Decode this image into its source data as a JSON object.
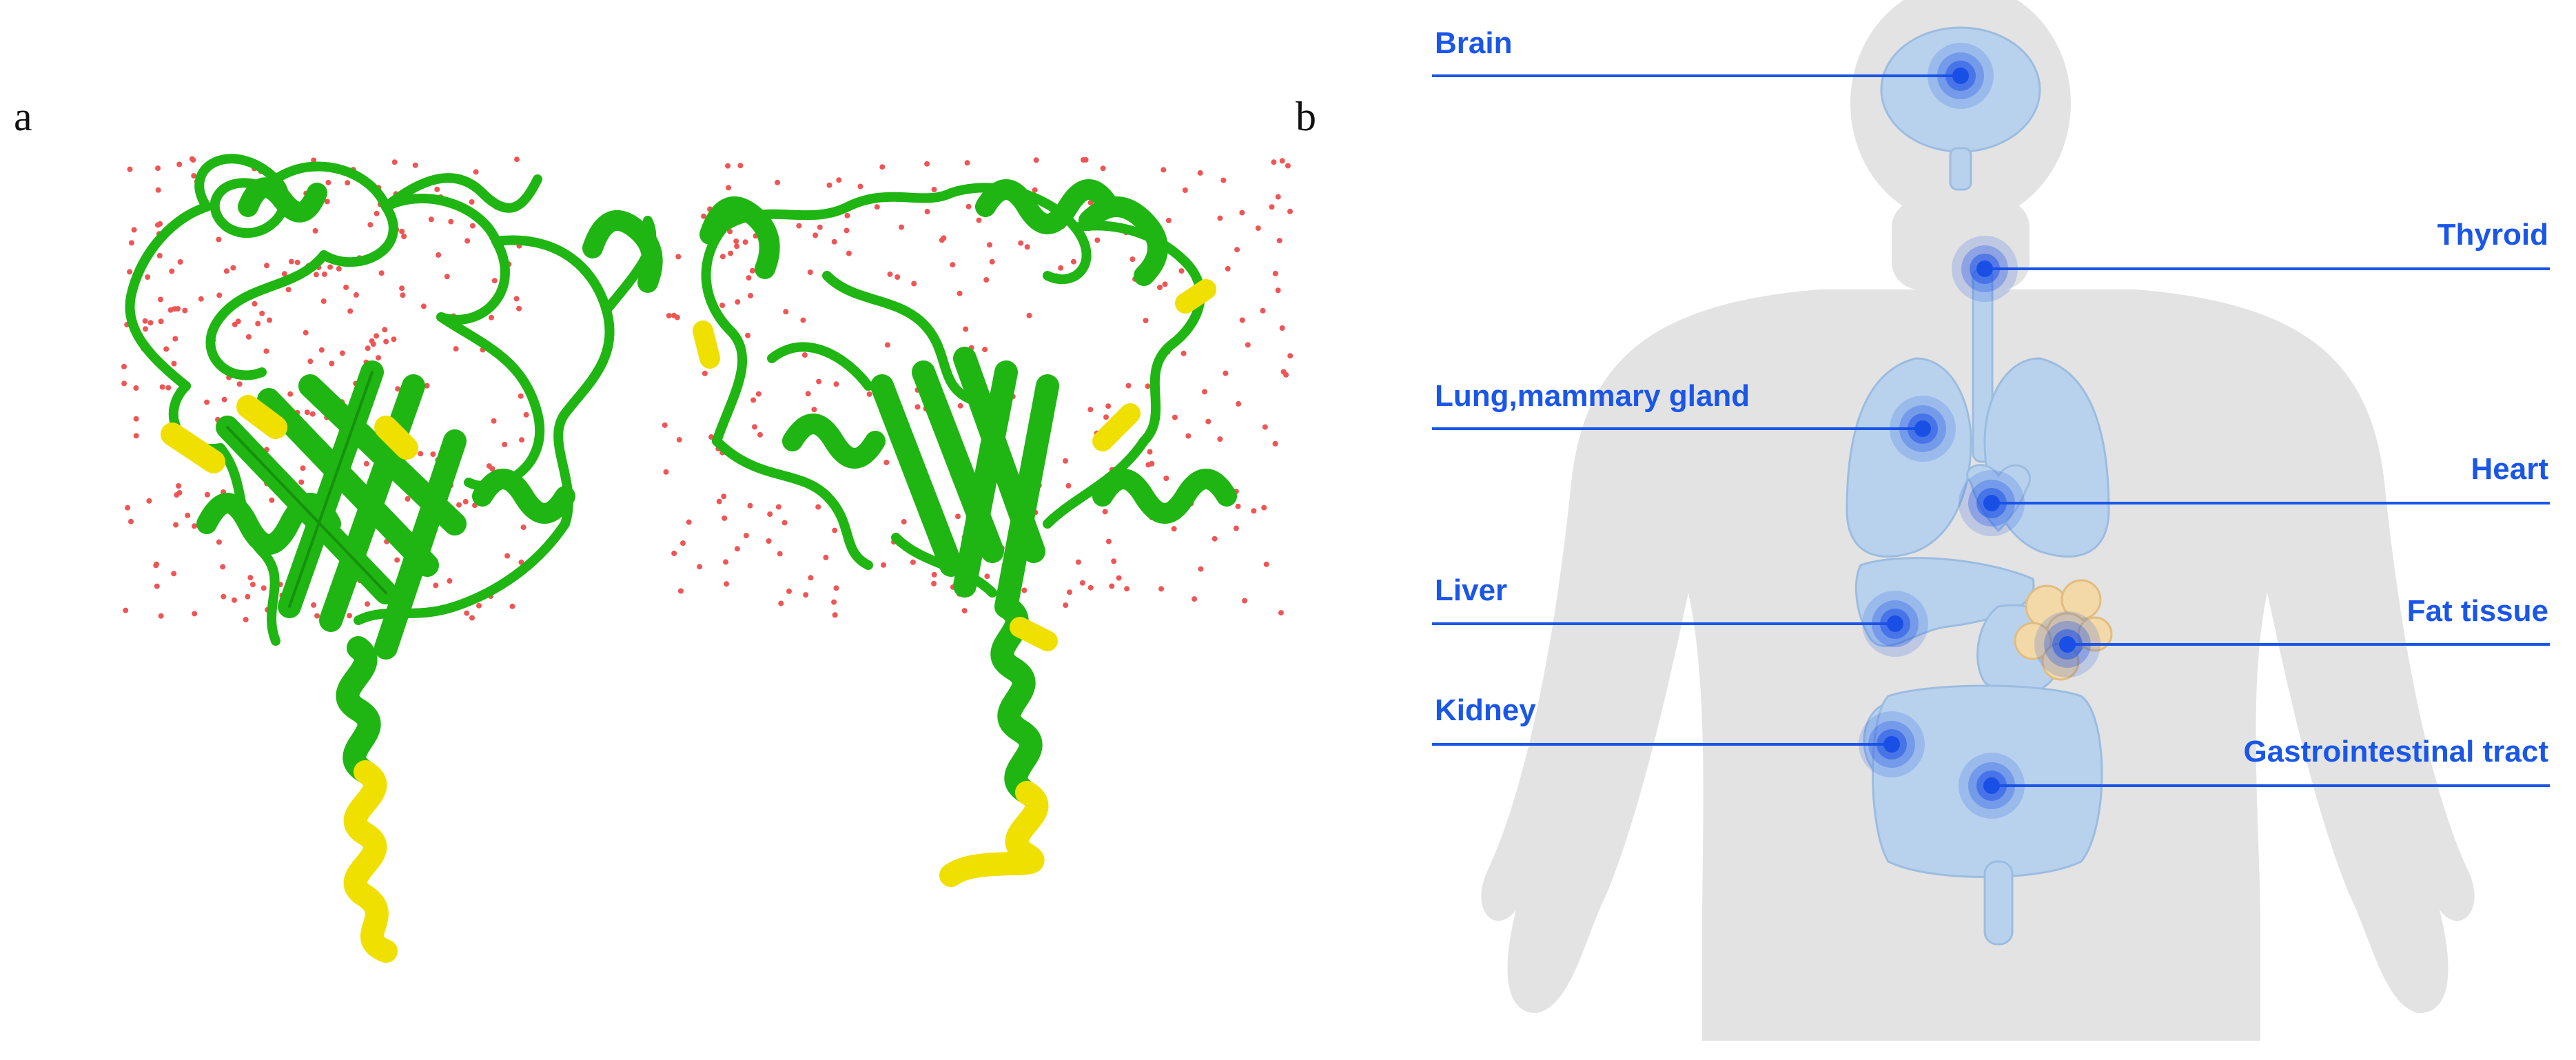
{
  "panels": {
    "a": {
      "letter": "a"
    },
    "b": {
      "letter": "b"
    }
  },
  "colors": {
    "helix_green": "#1fb512",
    "helix_dark": "#0f7a0a",
    "highlight_yellow": "#f0e000",
    "water_dots": "#ee5555",
    "body_silhouette": "#e3e3e3",
    "organ_fill": "#b8d2ee",
    "marker_blue": "#1a4fe6",
    "label_blue": "#1a56e8",
    "fat_tissue": "#f3d9a8"
  },
  "organs": [
    {
      "name": "brain",
      "label": "Brain",
      "side": "left"
    },
    {
      "name": "thyroid",
      "label": "Thyroid",
      "side": "right"
    },
    {
      "name": "lung",
      "label": "Lung,mammary gland",
      "side": "left"
    },
    {
      "name": "heart",
      "label": "Heart",
      "side": "right"
    },
    {
      "name": "liver",
      "label": "Liver",
      "side": "left"
    },
    {
      "name": "fat",
      "label": "Fat tissue",
      "side": "right"
    },
    {
      "name": "kidney",
      "label": "Kidney",
      "side": "left"
    },
    {
      "name": "gi",
      "label": "Gastrointestinal tract",
      "side": "right"
    }
  ]
}
